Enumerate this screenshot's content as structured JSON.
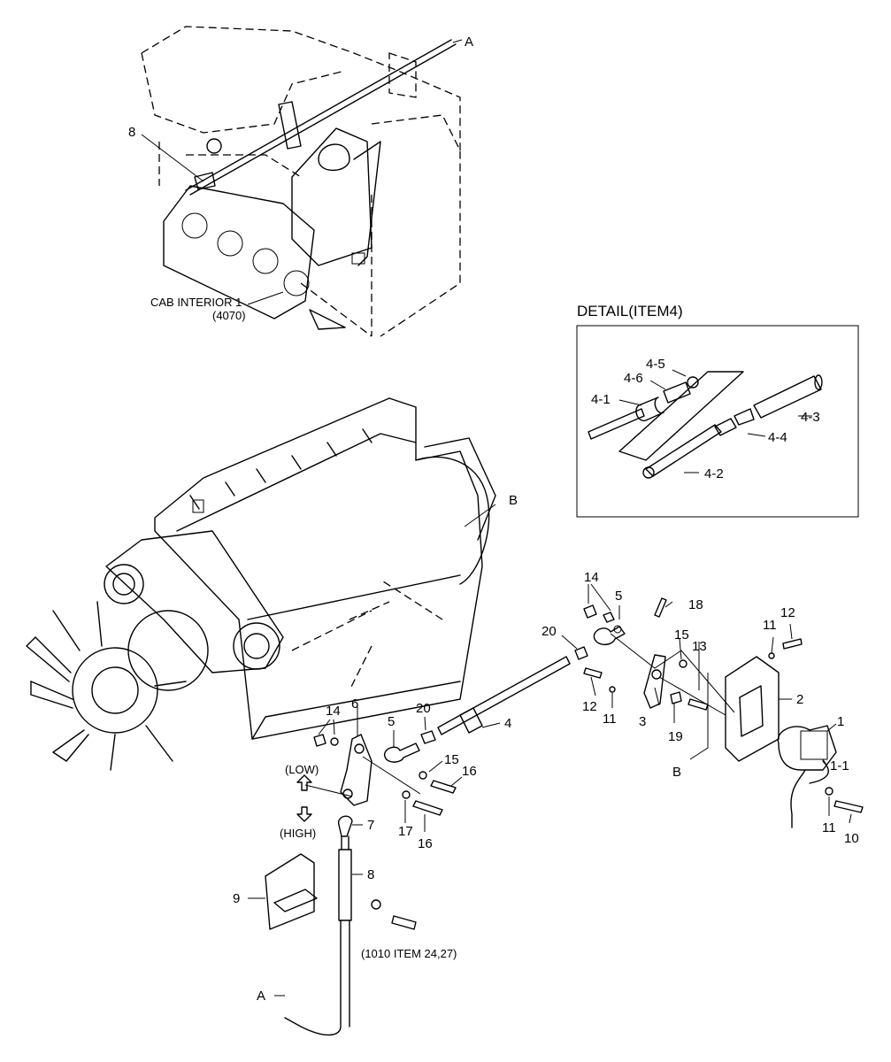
{
  "labels": {
    "ref_a_top": "A",
    "ref_a_bottom": "A",
    "ref_b_engine": "B",
    "ref_b_bracket": "B",
    "cab_interior": "CAB INTERIOR 1",
    "cab_interior_ref": "(4070)",
    "detail_title": "DETAIL(ITEM4)",
    "low": "(LOW)",
    "high": "(HIGH)",
    "item_1010_ref": "(1010 ITEM 24,27)"
  },
  "detail_parts": [
    "4-1",
    "4-2",
    "4-3",
    "4-4",
    "4-5",
    "4-6"
  ],
  "parts": {
    "p1": "1",
    "p1_1": "1-1",
    "p2": "2",
    "p3": "3",
    "p4": "4",
    "p5_upper": "5",
    "p5_lower": "5",
    "p6": "6",
    "p7": "7",
    "p8_cab": "8",
    "p8_cable": "8",
    "p9": "9",
    "p10": "10",
    "p11_bracket": "11",
    "p11_lower": "11",
    "p11_mid": "11",
    "p12_bracket": "12",
    "p12_mid": "12",
    "p13": "13",
    "p14_upper": "14",
    "p14_lower": "14",
    "p15_upper": "15",
    "p15_lower": "15",
    "p16_a": "16",
    "p16_b": "16",
    "p17": "17",
    "p18": "18",
    "p19": "19",
    "p20_upper": "20",
    "p20_lower": "20"
  }
}
